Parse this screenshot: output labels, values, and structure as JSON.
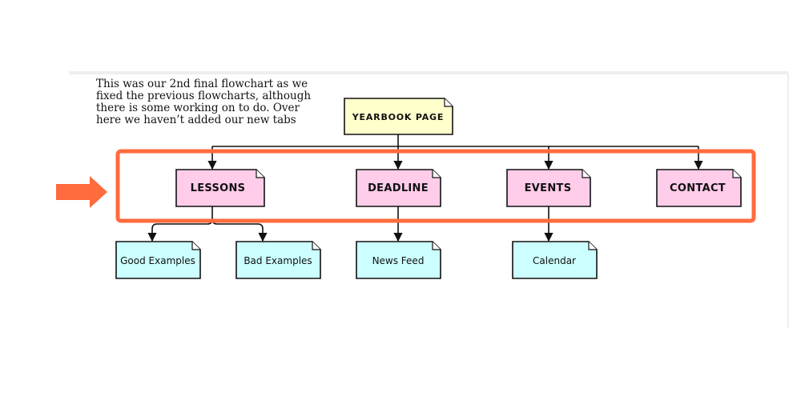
{
  "caption": {
    "lines": [
      "This was our 2nd final flowchart as we",
      "fixed the previous flowcharts, although",
      "there is some working on to do. Over",
      "here we haven’t added our new tabs"
    ]
  },
  "flowchart": {
    "root": "YEARBOOK PAGE",
    "tabs": [
      "LESSONS",
      "DEADLINE",
      "EVENTS",
      "CONTACT"
    ],
    "children": {
      "lessons": [
        "Good Examples",
        "Bad Examples"
      ],
      "deadline": [
        "News Feed"
      ],
      "events": [
        "Calendar"
      ]
    }
  },
  "colors": {
    "root_fill": "#ffffcc",
    "tab_fill": "#ffccea",
    "leaf_fill": "#ccffff",
    "highlight": "#ff6b3d",
    "stroke": "#111111",
    "page_border": "#eeeeee"
  }
}
